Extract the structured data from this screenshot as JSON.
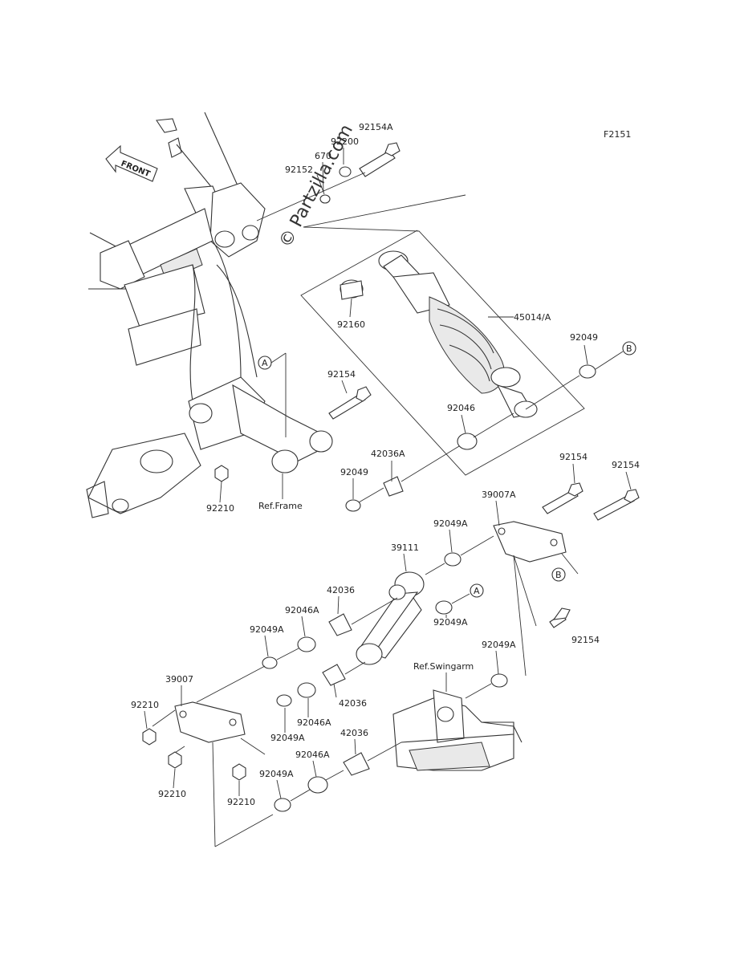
{
  "figure_code": "F2151",
  "watermark": "© Partzilla.com",
  "front_label": "FRONT",
  "callouts": {
    "A": "A",
    "B": "B"
  },
  "refs": {
    "frame": "Ref.Frame",
    "swingarm": "Ref.Swingarm"
  },
  "parts": {
    "p92154A": "92154A",
    "p92200": "92200",
    "p670": "670",
    "p92152": "92152",
    "p45014A": "45014/A",
    "p92160": "92160",
    "p92049_top": "92049",
    "p92154_mid": "92154",
    "p92046": "92046",
    "p42036A": "42036A",
    "p92049_mid": "92049",
    "p92210_frame": "92210",
    "p92154_r1": "92154",
    "p92154_r2": "92154",
    "p39007A": "39007A",
    "p92049A_1": "92049A",
    "p39111": "39111",
    "p92154_r3": "92154",
    "p42036_1": "42036",
    "p92046A_1": "92046A",
    "p92049A_2": "92049A",
    "p92049A_3": "92049A",
    "p92049A_4": "92049A",
    "p39007": "39007",
    "p92210_a": "92210",
    "p92046A_2": "92046A",
    "p42036_2": "42036",
    "p92049A_5": "92049A",
    "p42036_3": "42036",
    "p92210_b": "92210",
    "p92210_c": "92210",
    "p92049A_6": "92049A",
    "p92046A_3": "92046A"
  }
}
